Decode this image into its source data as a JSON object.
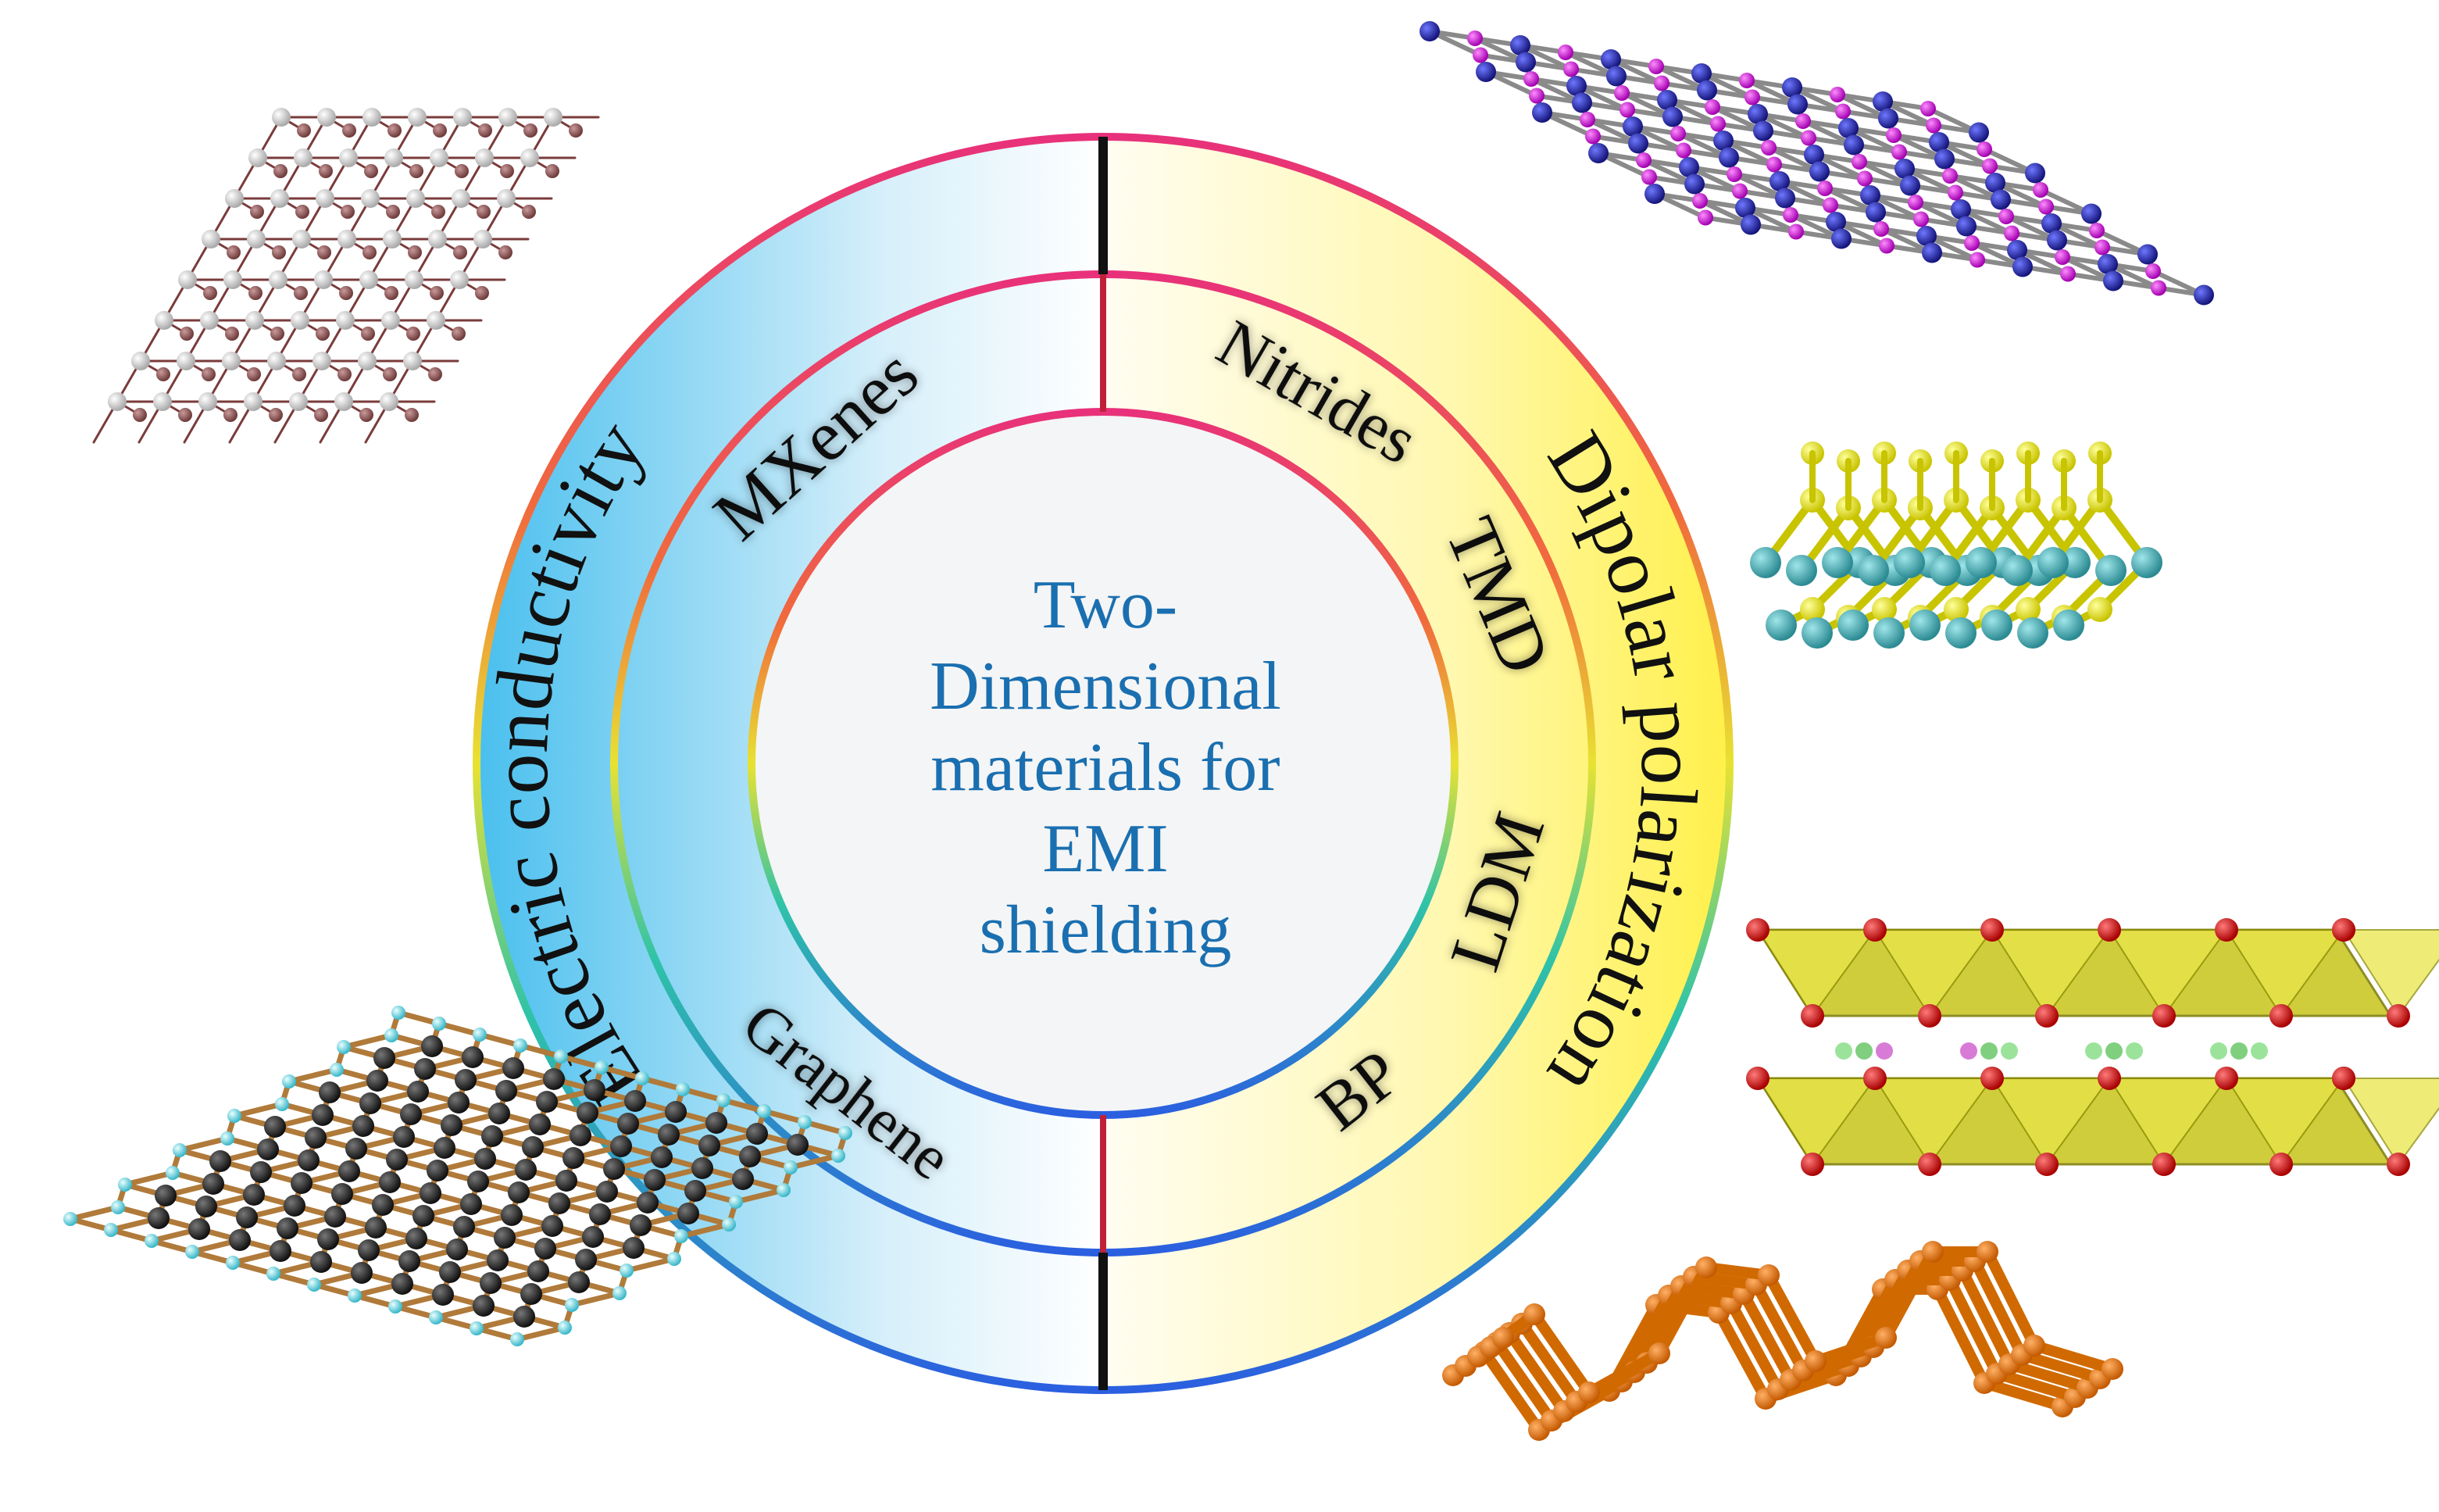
{
  "center": {
    "lines": [
      "Two-",
      "Dimensional",
      "materials for",
      "EMI",
      "shielding"
    ],
    "color": "#1a6fb0"
  },
  "outer_ring": {
    "left_label": "Electric conductivity",
    "right_label": "Dipolar polarization"
  },
  "middle_ring": {
    "left_labels": [
      "MXenes",
      "Graphene"
    ],
    "right_labels": [
      "Nitrides",
      "TMD",
      "LDM",
      "BP"
    ]
  },
  "colors": {
    "left_fill": "#4fc3ee",
    "right_fill": "#fff266",
    "center_fill": "#f4f5f6",
    "divider_outer": "#111111",
    "divider_inner": "#c0213a"
  },
  "illustrations": [
    {
      "name": "mxene-lattice",
      "depicts": "MXenes"
    },
    {
      "name": "nitride-lattice",
      "depicts": "Nitrides"
    },
    {
      "name": "tmd-lattice",
      "depicts": "TMD"
    },
    {
      "name": "ldm-lattice",
      "depicts": "LDM"
    },
    {
      "name": "graphene-lattice",
      "depicts": "Graphene"
    },
    {
      "name": "black-phosphorus-lattice",
      "depicts": "BP"
    }
  ]
}
